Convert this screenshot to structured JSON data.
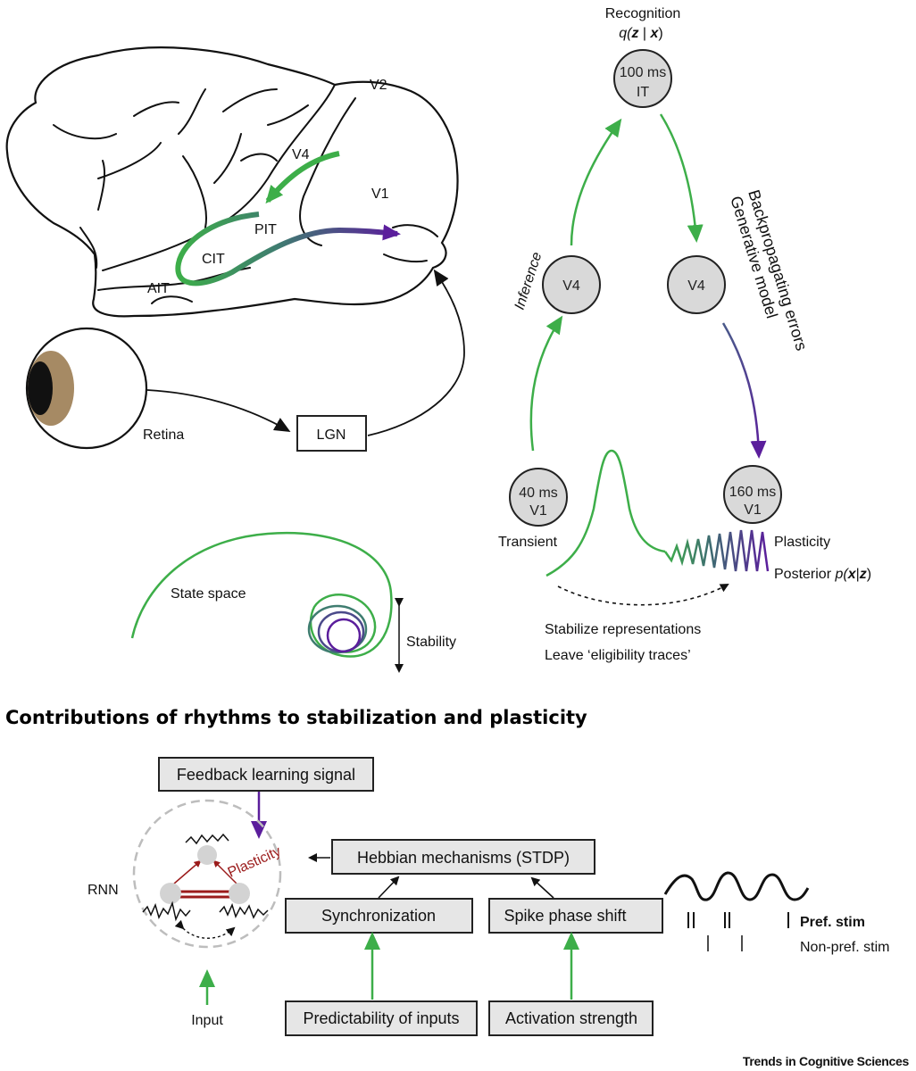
{
  "brain": {
    "areas": {
      "v2": "V2",
      "v4": "V4",
      "v1": "V1",
      "pit": "PIT",
      "cit": "CIT",
      "ait": "AIT"
    },
    "retina": "Retina",
    "lgn": "LGN"
  },
  "graph": {
    "recognition": "Recognition",
    "recognition_formula": {
      "q": "q(",
      "z": "z",
      "bar": " | ",
      "x": "x",
      "close": ")"
    },
    "nodes": {
      "it": {
        "time": "100 ms",
        "area": "IT"
      },
      "v4_left": {
        "area": "V4"
      },
      "v4_right": {
        "area": "V4"
      },
      "v1_left": {
        "time": "40 ms",
        "area": "V1"
      },
      "v1_right": {
        "time": "160 ms",
        "area": "V1"
      }
    },
    "inference": "Inference",
    "backprop_line1": "Backpropagating errors",
    "backprop_line2": "Generative model",
    "transient": "Transient",
    "plasticity": "Plasticity",
    "posterior": {
      "prefix": "Posterior ",
      "p": "p(",
      "x": "x",
      "bar": "|",
      "z": "z",
      "close": ")"
    },
    "stabilize": "Stabilize representations",
    "eligibility": "Leave ‘eligibility traces’"
  },
  "state_space": {
    "label": "State space",
    "stability": "Stability"
  },
  "section_title": "Contributions of rhythms to stabilization and plasticity",
  "bottom": {
    "feedback": "Feedback learning signal",
    "plasticity": "Plasticity",
    "rnn": "RNN",
    "input": "Input",
    "hebbian": "Hebbian mechanisms (STDP)",
    "synchronization": "Synchronization",
    "spike_phase": "Spike phase shift",
    "predictability": "Predictability of inputs",
    "activation": "Activation strength",
    "pref_stim": "Pref. stim",
    "nonpref_stim": "Non-pref. stim"
  },
  "colors": {
    "green": "#3dae49",
    "purple": "#5b1e9c",
    "dark_red": "#9b1b1b",
    "node_fill": "#d9d9d9",
    "box_fill": "#e6e6e6",
    "iris": "#a68a64"
  },
  "footer": "Trends in Cognitive Sciences"
}
